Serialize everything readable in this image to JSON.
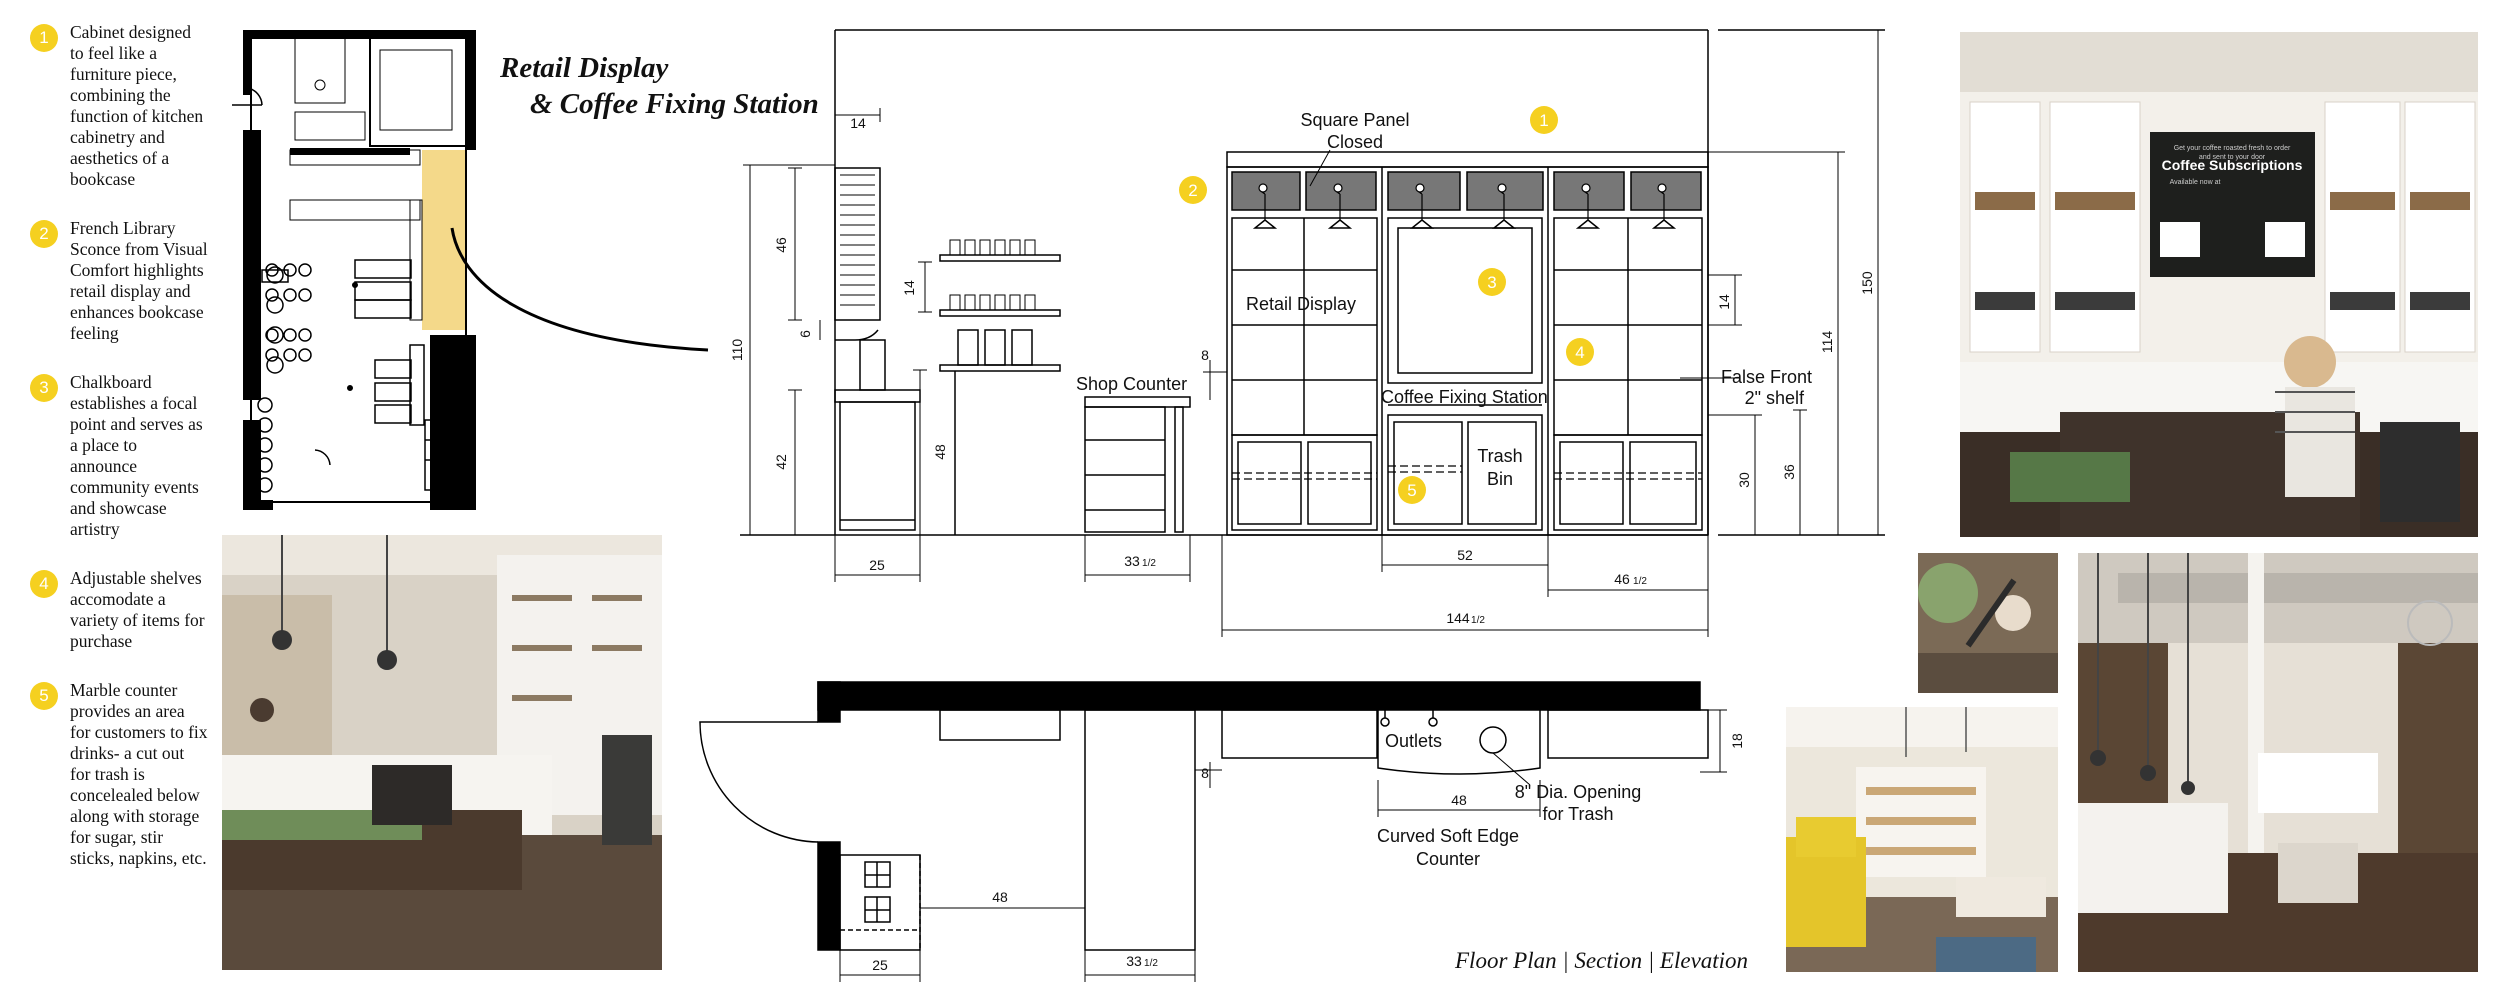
{
  "title": {
    "line1": "Retail Display",
    "line2": "& Coffee Fixing Station"
  },
  "footer": "Floor Plan | Section | Elevation",
  "accent_color": "#f5d020",
  "notes": [
    {
      "num": "1",
      "text": "Cabinet designed to feel like a furniture piece, combining the function of kitchen cabinetry and aesthetics of a bookcase"
    },
    {
      "num": "2",
      "text": "French Library Sconce from Visual Comfort highlights retail display and enhances bookcase feeling"
    },
    {
      "num": "3",
      "text": "Chalkboard establishes a focal point and serves as a place to announce community events and showcase artistry"
    },
    {
      "num": "4",
      "text": "Adjustable shelves accomodate a variety of items for purchase"
    },
    {
      "num": "5",
      "text": "Marble counter provides an area for customers to fix drinks- a cut out for trash is concelealed below along with storage for sugar, stir sticks, napkins, etc."
    }
  ],
  "elevation": {
    "labels": {
      "square_panel": "Square Panel",
      "closed": "Closed",
      "retail_display": "Retail Display",
      "shop_counter": "Shop Counter",
      "coffee_fixing_station": "Coffee Fixing Station",
      "trash": "Trash",
      "bin": "Bin",
      "false_front": "False Front",
      "shelf_2": "2\" shelf"
    },
    "dims": {
      "d14_top": "14",
      "d46": "46",
      "d6": "6",
      "d110": "110",
      "d42": "42",
      "d14_mid": "14",
      "d48_v": "48",
      "d8": "8",
      "d25": "25",
      "d33": "33",
      "d52": "52",
      "d46_bottom": "46",
      "d144": "144",
      "d14_right": "14",
      "d30": "30",
      "d36": "36",
      "d114": "114",
      "d150": "150",
      "half": "1/2"
    },
    "markers": [
      "1",
      "2",
      "3",
      "4",
      "5"
    ]
  },
  "plan": {
    "labels": {
      "outlets": "Outlets",
      "opening_1": "8\" Dia. Opening",
      "opening_2": "for Trash",
      "curved_1": "Curved Soft Edge",
      "curved_2": "Counter"
    },
    "dims": {
      "d48_left": "48",
      "d48_counter": "48",
      "d8": "8",
      "d18": "18",
      "d25": "25",
      "d33": "33",
      "half": "1/2"
    }
  },
  "photos": {
    "chalkboard_title": "Coffee Subscriptions",
    "chalkboard_lines": [
      "Get your coffee roasted fresh to order",
      "and sent to your door",
      "Available now at"
    ]
  }
}
